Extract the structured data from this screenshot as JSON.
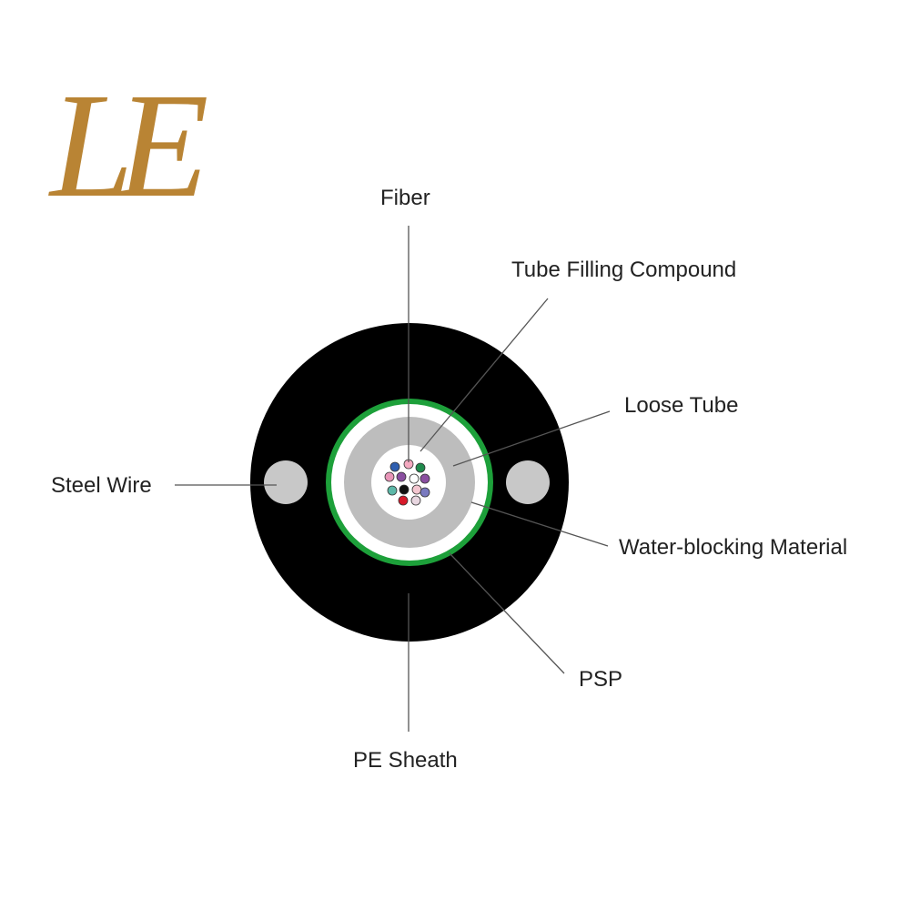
{
  "logo": {
    "text": "LE",
    "color": "#B98434"
  },
  "colors": {
    "sheath": "#000000",
    "steel_wire": "#C8C8C8",
    "psp": "#1DA03A",
    "water_blocking": "#FFFFFF",
    "loose_tube": "#BDBDBD",
    "filling_compound": "#FFFFFF",
    "leader_line": "#555555"
  },
  "labels": {
    "fiber": "Fiber",
    "tube_filling_compound": "Tube Filling Compound",
    "loose_tube": "Loose Tube",
    "steel_wire": "Steel Wire",
    "water_blocking_material": "Water-blocking Material",
    "psp": "PSP",
    "pe_sheath": "PE Sheath"
  },
  "fiber_colors": [
    "#2F5FB0",
    "#F4A9C0",
    "#1F8A4C",
    "#E895B8",
    "#8A4FA0",
    "#FFFFFF",
    "#8A4FA0",
    "#5CB8A8",
    "#111111",
    "#F4C6D0",
    "#7A7AC0",
    "#D7192A",
    "#E8D6E0"
  ]
}
